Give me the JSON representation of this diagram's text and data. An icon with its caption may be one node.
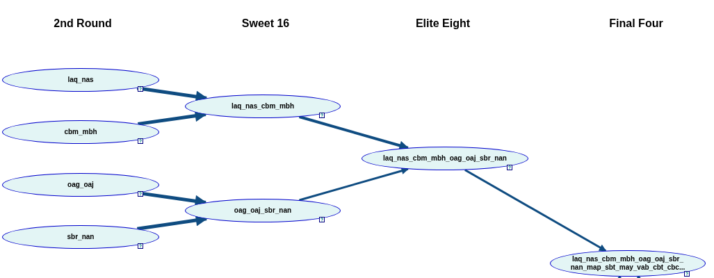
{
  "diagram": {
    "nodes": [
      {
        "text": [
          "laq_nas"
        ]
      },
      {
        "text": [
          "cbm_mbh"
        ]
      },
      {
        "text": [
          "oag_oaj"
        ]
      },
      {
        "text": [
          "sbr_nan"
        ]
      },
      {
        "text": [
          "laq_nas_cbm_mbh"
        ]
      },
      {
        "text": [
          "oag_oaj_sbr_nan"
        ]
      },
      {
        "text": [
          "laq_nas_cbm_mbh_oag_oaj_sbr_nan"
        ]
      },
      {
        "text": [
          "laq_nas_cbm_mbh_oag_oaj_sbr_ nan_map_sbt_may_vab_cbt_cbc..."
        ]
      }
    ],
    "edges": [
      {
        "from": 0,
        "to": 4,
        "arrow": "to"
      },
      {
        "from": 1,
        "to": 4,
        "arrow": "to"
      },
      {
        "from": 2,
        "to": 5,
        "arrow": "to"
      },
      {
        "from": 3,
        "to": 5,
        "arrow": "to"
      },
      {
        "from": 4,
        "to": 6,
        "arrow": "to"
      },
      {
        "from": 5,
        "to": 6,
        "arrow": "to"
      },
      {
        "from": 6,
        "to": 7,
        "arrow": "to"
      },
      {
        "from": null,
        "to": 7,
        "arrow": "none"
      },
      {
        "from": null,
        "to": 7,
        "arrow": "none"
      }
    ],
    "labels": [
      "2nd Round",
      "Sweet 16",
      "Elite Eight",
      "Final Four"
    ]
  }
}
